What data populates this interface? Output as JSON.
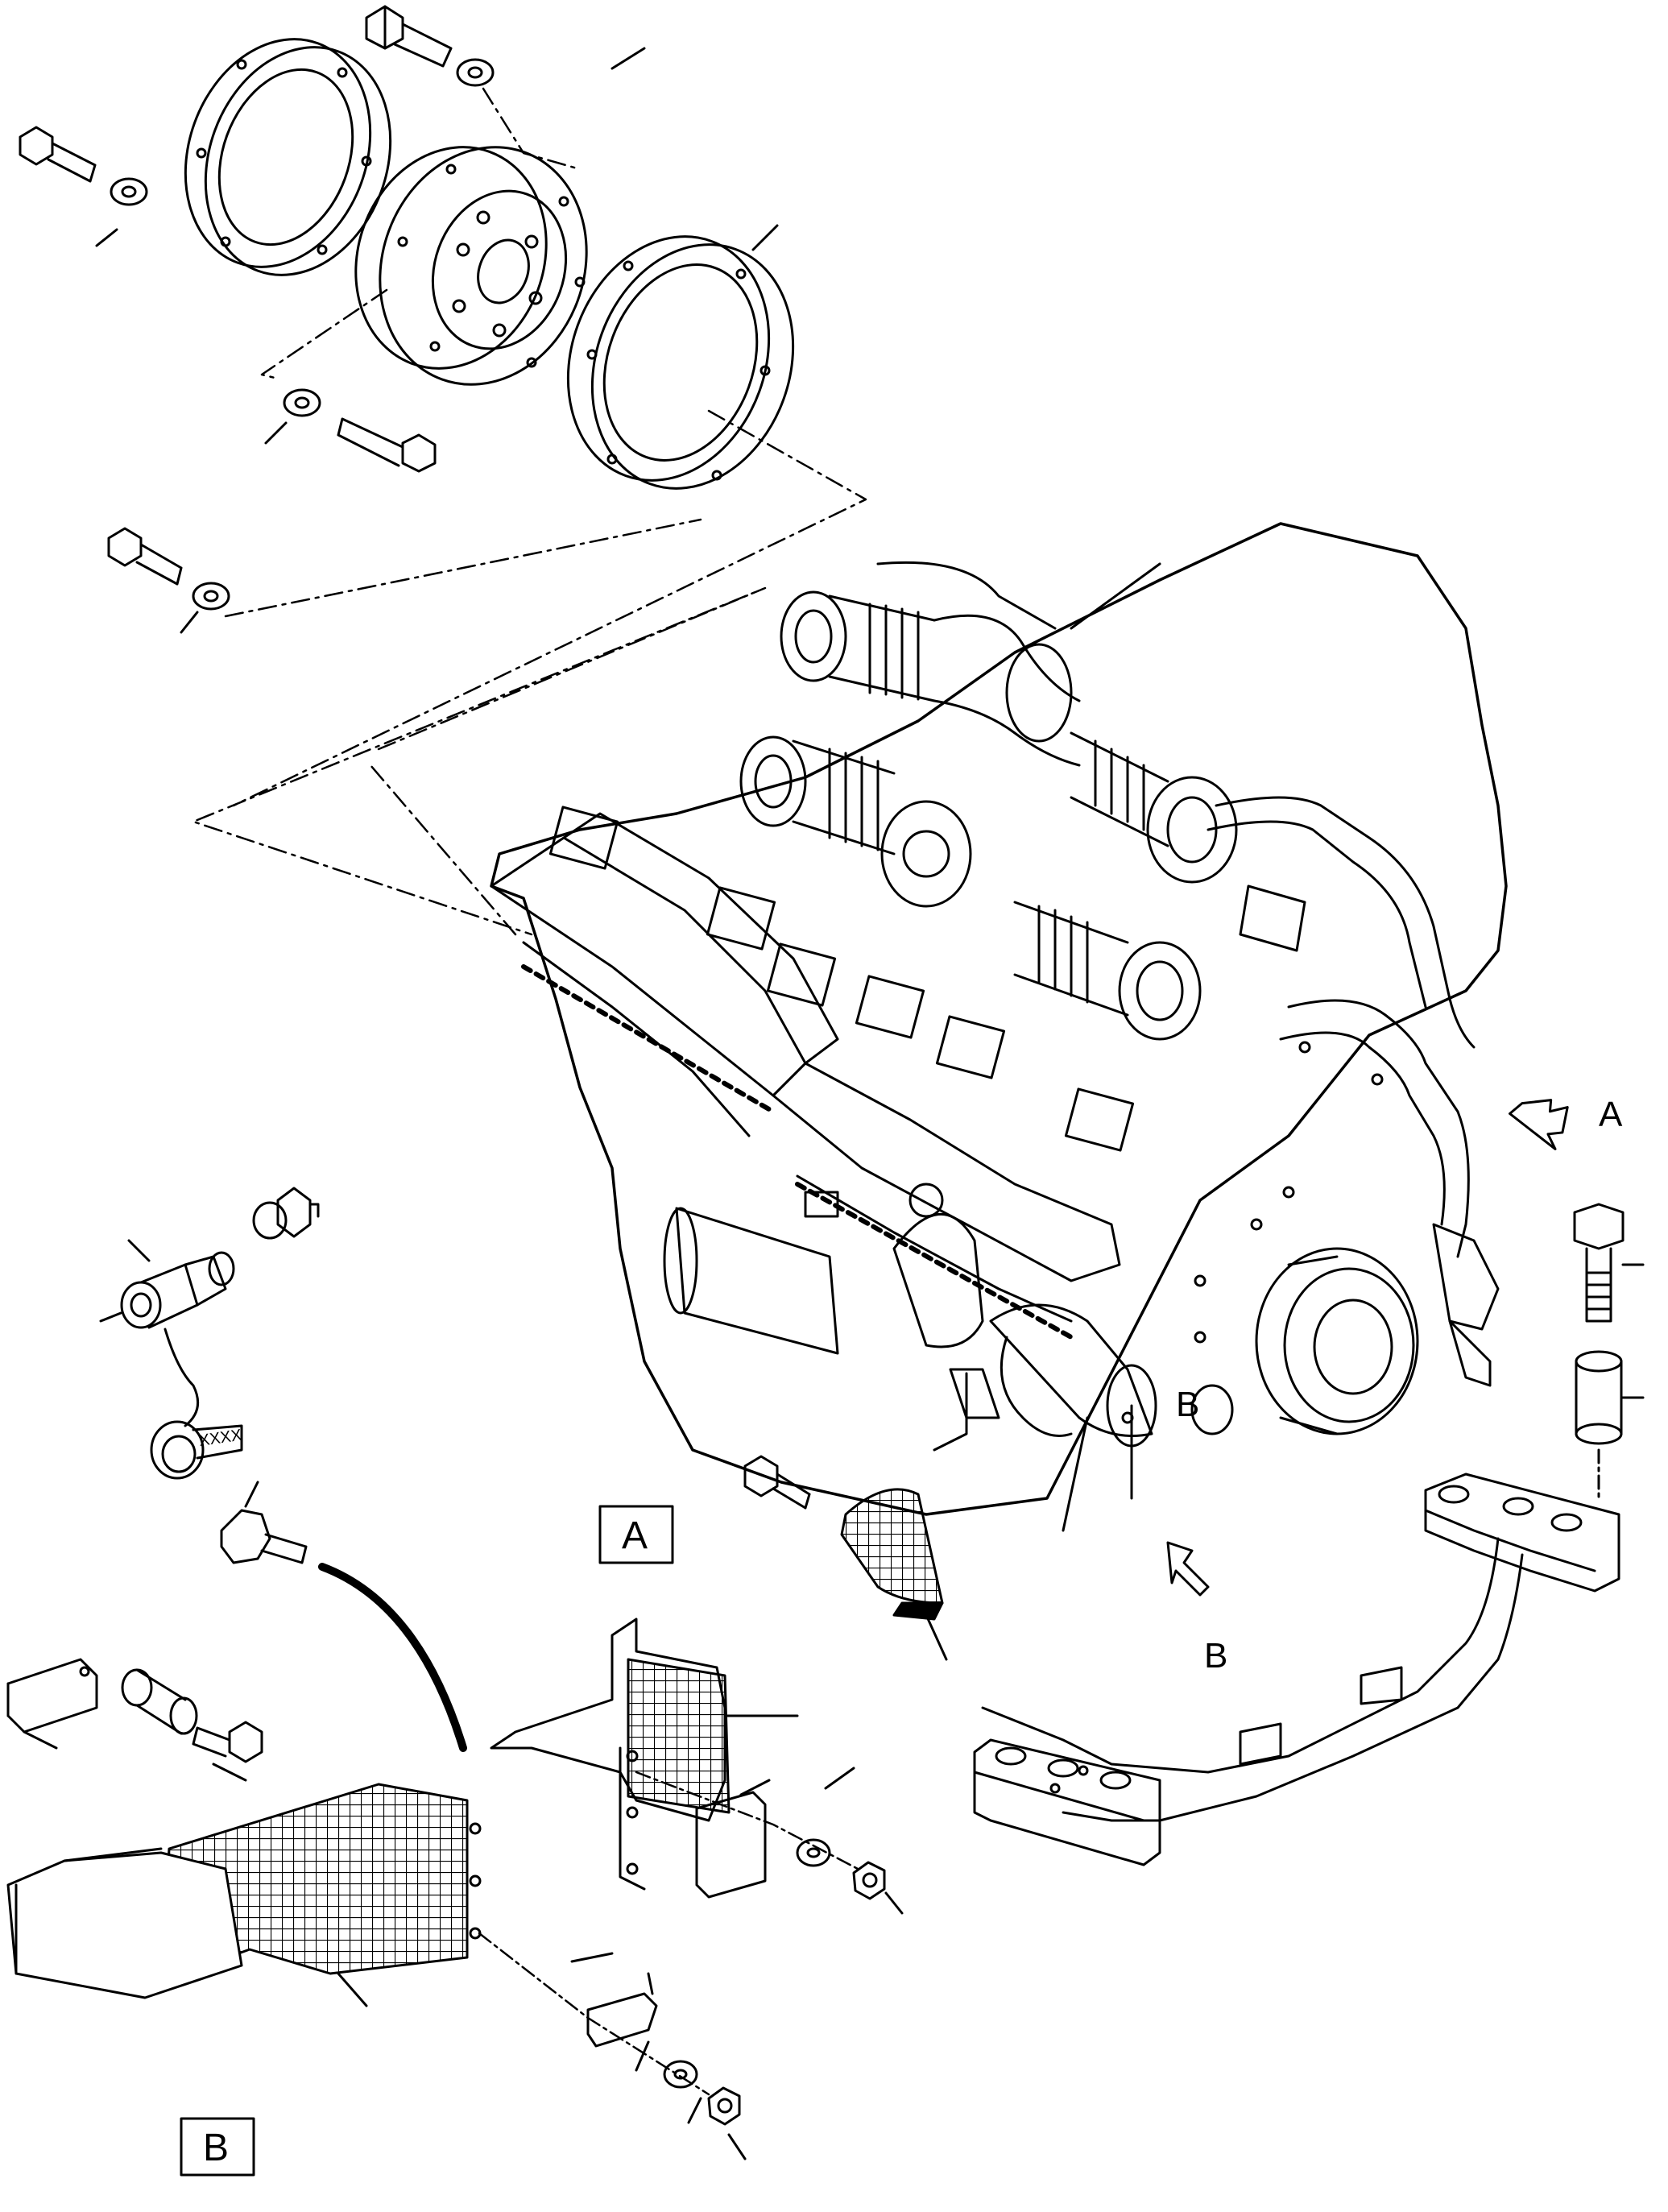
{
  "labels": {
    "view_a_arrow": "A",
    "view_b_arrow": "B",
    "view_a_box": "A",
    "view_b_box": "B",
    "housing_mark": "B",
    "tag_text": "XXXX"
  },
  "colors": {
    "line": "#000000",
    "background": "#ffffff"
  }
}
